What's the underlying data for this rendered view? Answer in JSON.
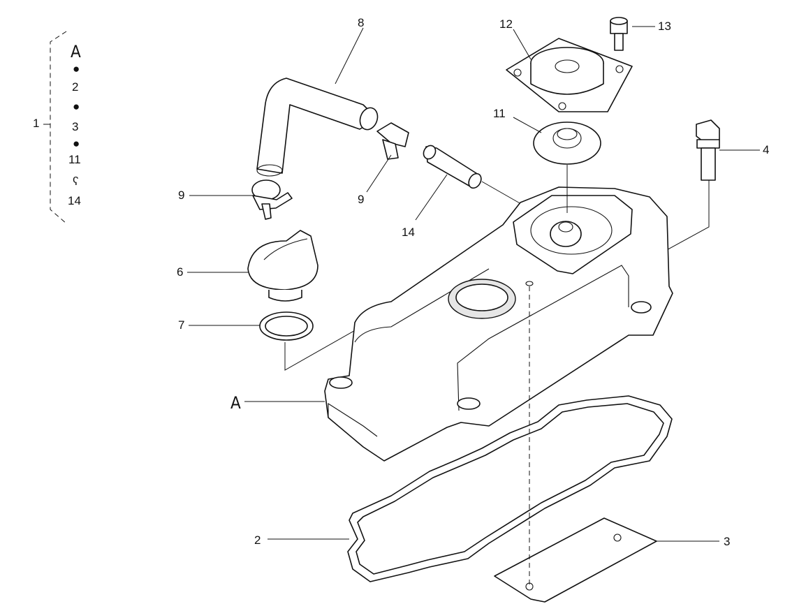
{
  "kit_bracket": {
    "number": "1",
    "items": [
      {
        "symbol": "",
        "text": "A"
      },
      {
        "symbol": "●",
        "text": ""
      },
      {
        "symbol": "",
        "text": "2"
      },
      {
        "symbol": "●",
        "text": ""
      },
      {
        "symbol": "",
        "text": "3"
      },
      {
        "symbol": "●",
        "text": ""
      },
      {
        "symbol": "",
        "text": "11"
      },
      {
        "symbol": "ʕ",
        "text": ""
      },
      {
        "symbol": "",
        "text": "14"
      }
    ]
  },
  "callouts": {
    "c2": "2",
    "c3": "3",
    "c4": "4",
    "c6": "6",
    "c7": "7",
    "c8": "8",
    "c9a": "9",
    "c9b": "9",
    "c11": "11",
    "c12": "12",
    "c13": "13",
    "c14": "14",
    "cA": "A"
  }
}
